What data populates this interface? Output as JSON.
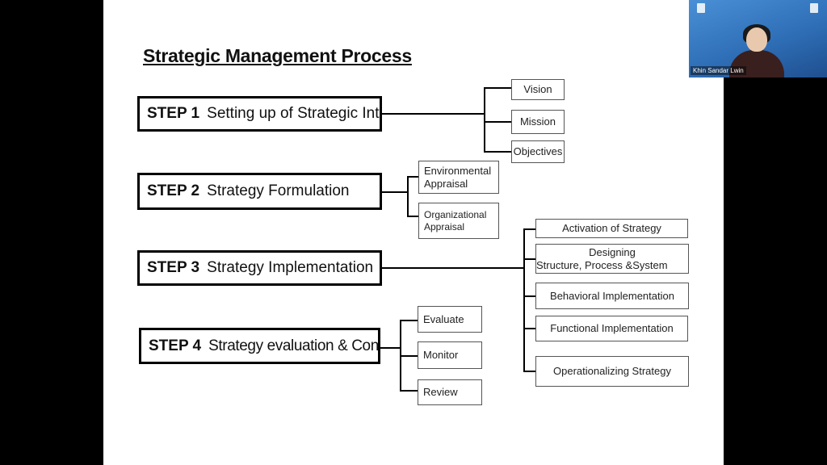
{
  "slide": {
    "title": "Strategic Management Process",
    "steps": [
      {
        "num": "STEP 1",
        "label": "Setting up of Strategic Intent",
        "items": [
          "Vision",
          "Mission",
          "Objectives"
        ]
      },
      {
        "num": "STEP 2",
        "label": "Strategy Formulation",
        "items": [
          [
            "Environmental",
            "Appraisal"
          ],
          [
            "Organizational",
            "Appraisal"
          ]
        ]
      },
      {
        "num": "STEP 3",
        "label": "Strategy Implementation",
        "items": [
          "Activation of Strategy",
          [
            "Designing",
            "Structure, Process &System"
          ],
          "Behavioral Implementation",
          "Functional Implementation",
          "Operationalizing Strategy"
        ]
      },
      {
        "num": "STEP 4",
        "label": "Strategy evaluation & Control",
        "items": [
          "Evaluate",
          "Monitor",
          "Review"
        ]
      }
    ]
  },
  "video": {
    "participant_name": "Khin Sandar Lwin"
  }
}
